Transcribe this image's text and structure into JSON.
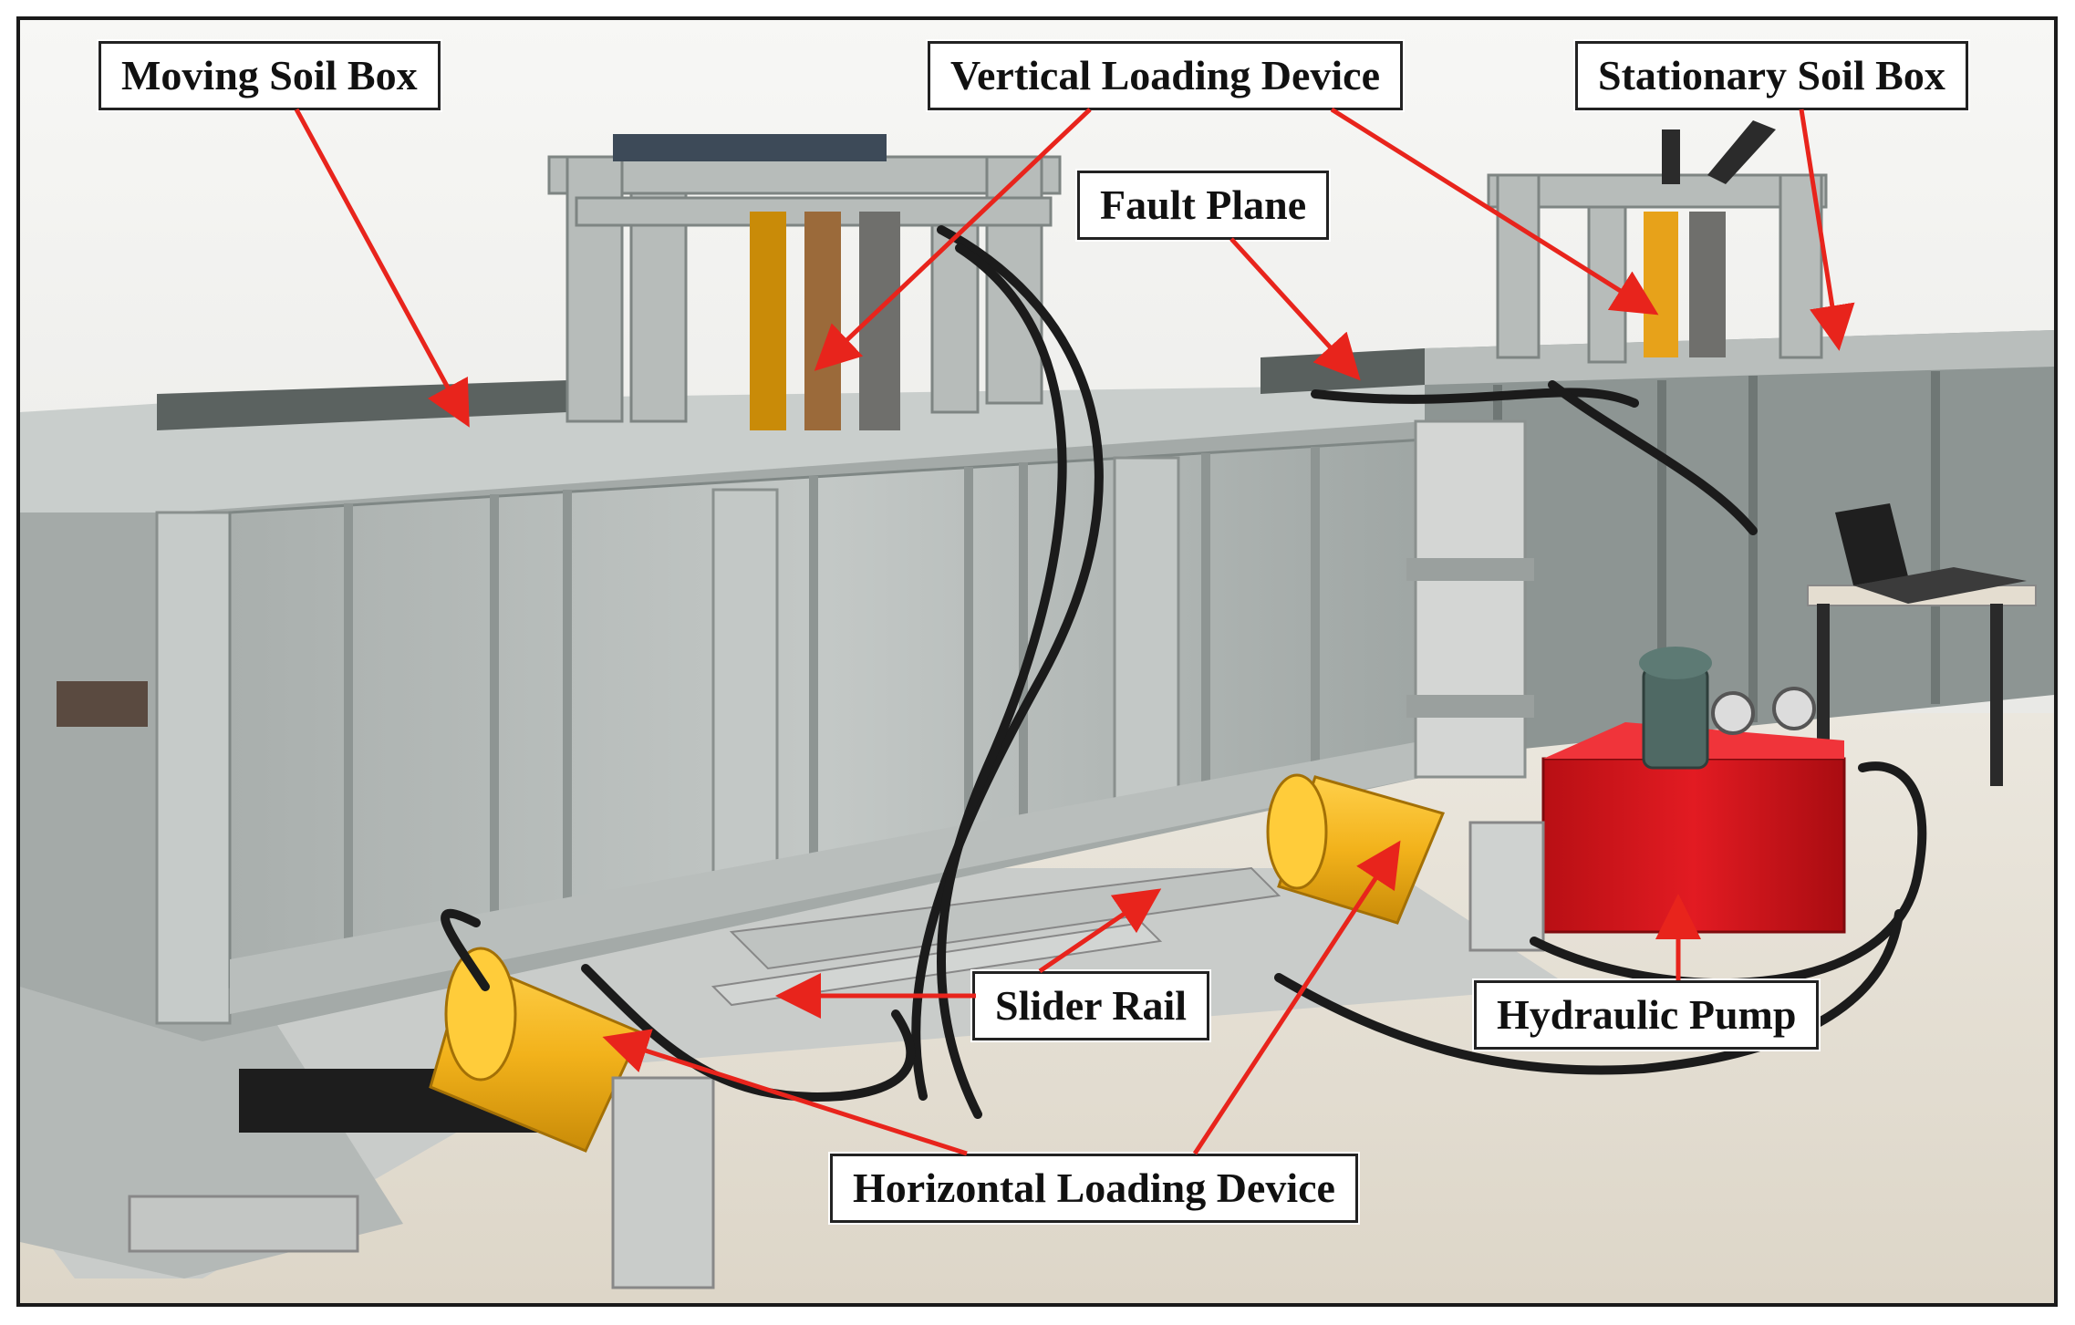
{
  "labels": {
    "moving_soil_box": "Moving Soil Box",
    "vertical_loading_device": "Vertical Loading Device",
    "stationary_soil_box": "Stationary Soil Box",
    "fault_plane": "Fault Plane",
    "slider_rail": "Slider Rail",
    "hydraulic_pump": "Hydraulic Pump",
    "horizontal_loading_device": "Horizontal Loading Device"
  },
  "colors": {
    "arrow": "#e8241c",
    "steel": "#aeb4b2",
    "steel_dark": "#7f8785",
    "cylinder": "#f2b21b",
    "pump": "#d8141b",
    "floor": "#e6e1d6",
    "wall": "#f3f3f1"
  }
}
